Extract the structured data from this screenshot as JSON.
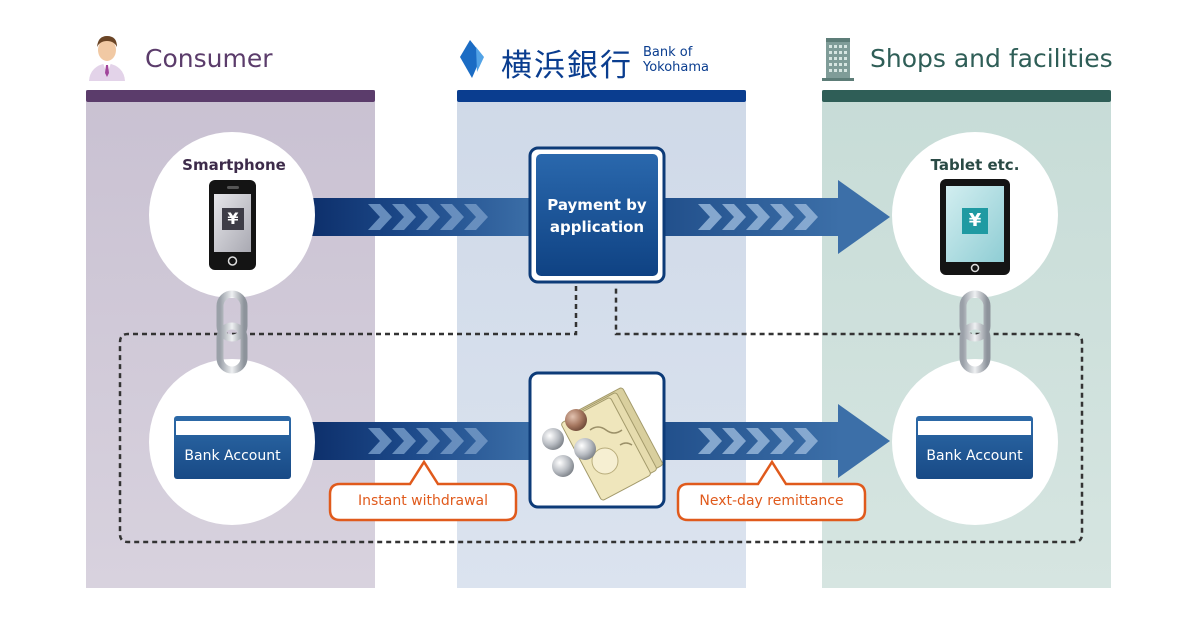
{
  "columns": {
    "consumer": {
      "title": "Consumer",
      "color": "#5b3c6b"
    },
    "bank": {
      "name_jp": "横浜銀行",
      "name_en_line1": "Bank of",
      "name_en_line2": "Yokohama",
      "color": "#0a3d8f"
    },
    "shops": {
      "title": "Shops and facilities",
      "color": "#2f5e57"
    }
  },
  "nodes": {
    "smartphone_label": "Smartphone",
    "tablet_label": "Tablet etc.",
    "payment_label_line1": "Payment by",
    "payment_label_line2": "application",
    "bank_account_consumer": "Bank Account",
    "bank_account_shop": "Bank Account",
    "yen_symbol": "¥"
  },
  "callouts": {
    "instant_withdrawal": "Instant withdrawal",
    "next_day_remittance": "Next-day remittance"
  },
  "colors": {
    "arrow_dark": "#0d2f6b",
    "arrow_light": "#3f72ad",
    "callout_orange": "#e05a1c"
  }
}
